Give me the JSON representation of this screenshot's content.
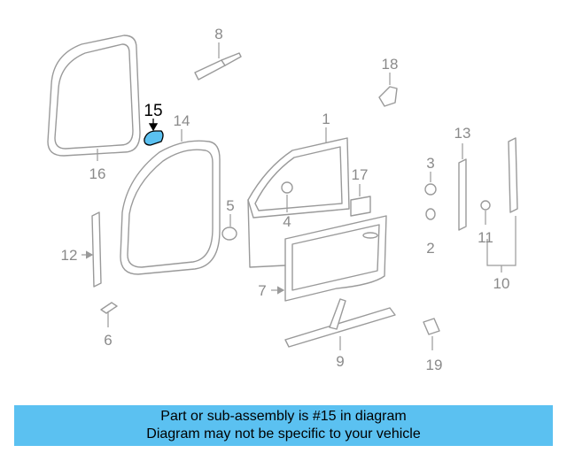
{
  "diagram": {
    "highlight_color": "#5bc1f1",
    "highlighted_part": "15",
    "callouts": [
      "1",
      "2",
      "3",
      "4",
      "5",
      "6",
      "7",
      "8",
      "9",
      "10",
      "11",
      "12",
      "13",
      "14",
      "15",
      "16",
      "17",
      "18",
      "19"
    ]
  },
  "banner": {
    "line1": "Part or sub-assembly is #15 in diagram",
    "line2": "Diagram may not be specific to your vehicle"
  }
}
